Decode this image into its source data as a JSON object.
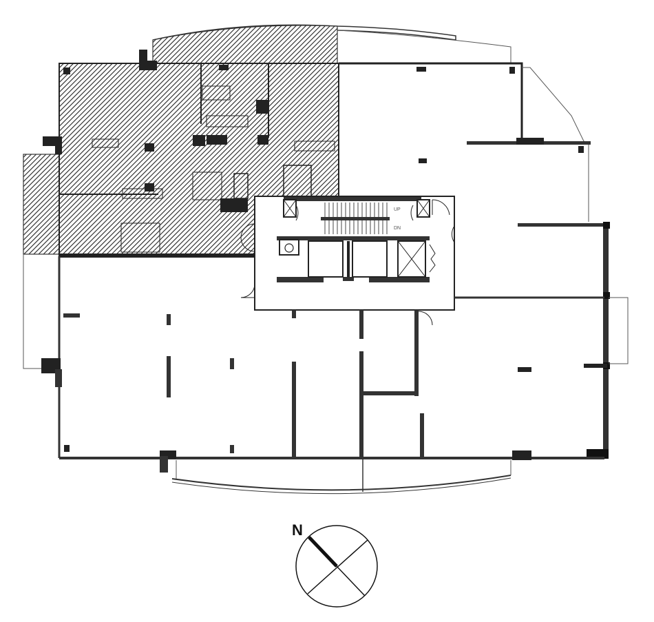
{
  "drawing": {
    "type": "architectural floor plan",
    "highlighted_area": "northwest suite (hatched)",
    "colors": {
      "wall": "#2a2a2a",
      "hatch": "#222222",
      "background": "#ffffff"
    }
  },
  "stair": {
    "up_label": "UP",
    "down_label": "DN"
  },
  "compass": {
    "north_label": "N"
  }
}
